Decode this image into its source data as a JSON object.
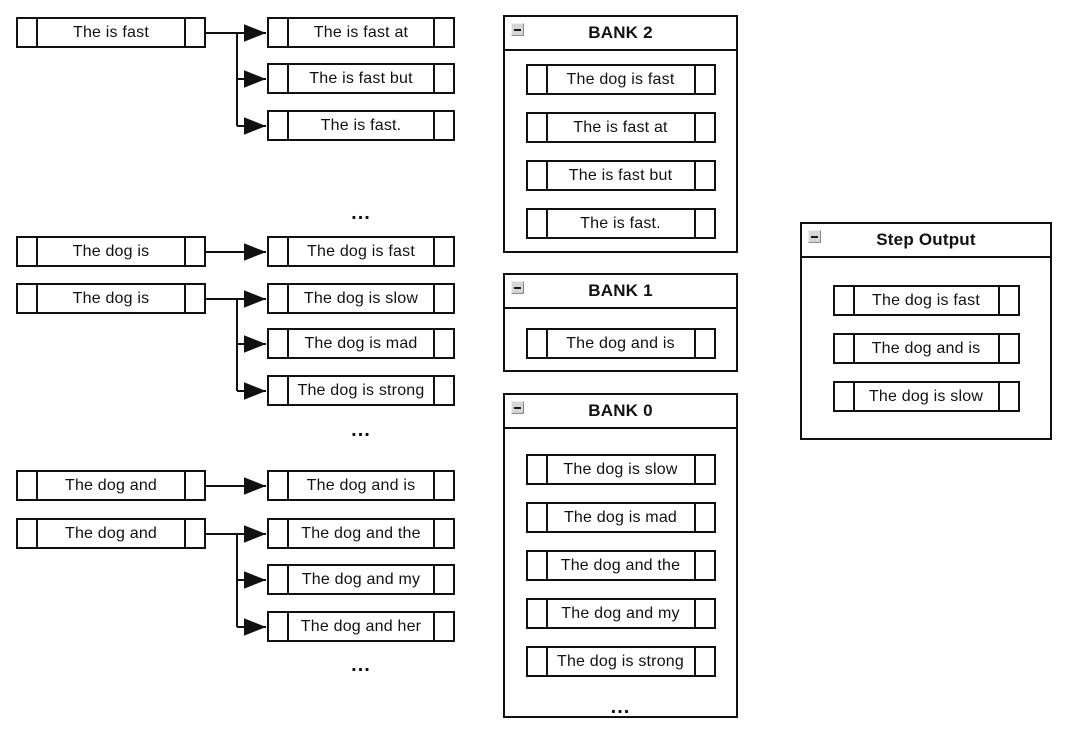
{
  "diagram": {
    "groups": [
      {
        "sources": [
          "The is fast"
        ],
        "targets": [
          "The is fast at",
          "The is fast but",
          "The is fast."
        ],
        "ellipsis": "..."
      },
      {
        "sources": [
          "The dog is",
          "The dog is"
        ],
        "targets": [
          "The dog is fast",
          "The dog is slow",
          "The dog is mad",
          "The dog is strong"
        ],
        "ellipsis": "..."
      },
      {
        "sources": [
          "The dog and",
          "The dog and"
        ],
        "targets": [
          "The dog and is",
          "The dog and the",
          "The dog and my",
          "The dog and her"
        ],
        "ellipsis": "..."
      }
    ]
  },
  "banks": [
    {
      "title": "BANK 2",
      "items": [
        "The dog is fast",
        "The is fast at",
        "The is fast but",
        "The is fast."
      ]
    },
    {
      "title": "BANK 1",
      "items": [
        "The dog and is"
      ]
    },
    {
      "title": "BANK 0",
      "items": [
        "The dog is slow",
        "The dog is mad",
        "The dog and the",
        "The dog and my",
        "The dog is strong"
      ],
      "ellipsis": "..."
    }
  ],
  "step_output": {
    "title": "Step Output",
    "items": [
      "The dog is fast",
      "The dog and is",
      "The dog is slow"
    ]
  },
  "icons": {
    "collapse": "minus-icon"
  },
  "colors": {
    "border": "#111111",
    "background": "#ffffff",
    "collapse_button_bg": "#d6d6d6",
    "collapse_button_border": "#8a8a8a"
  }
}
